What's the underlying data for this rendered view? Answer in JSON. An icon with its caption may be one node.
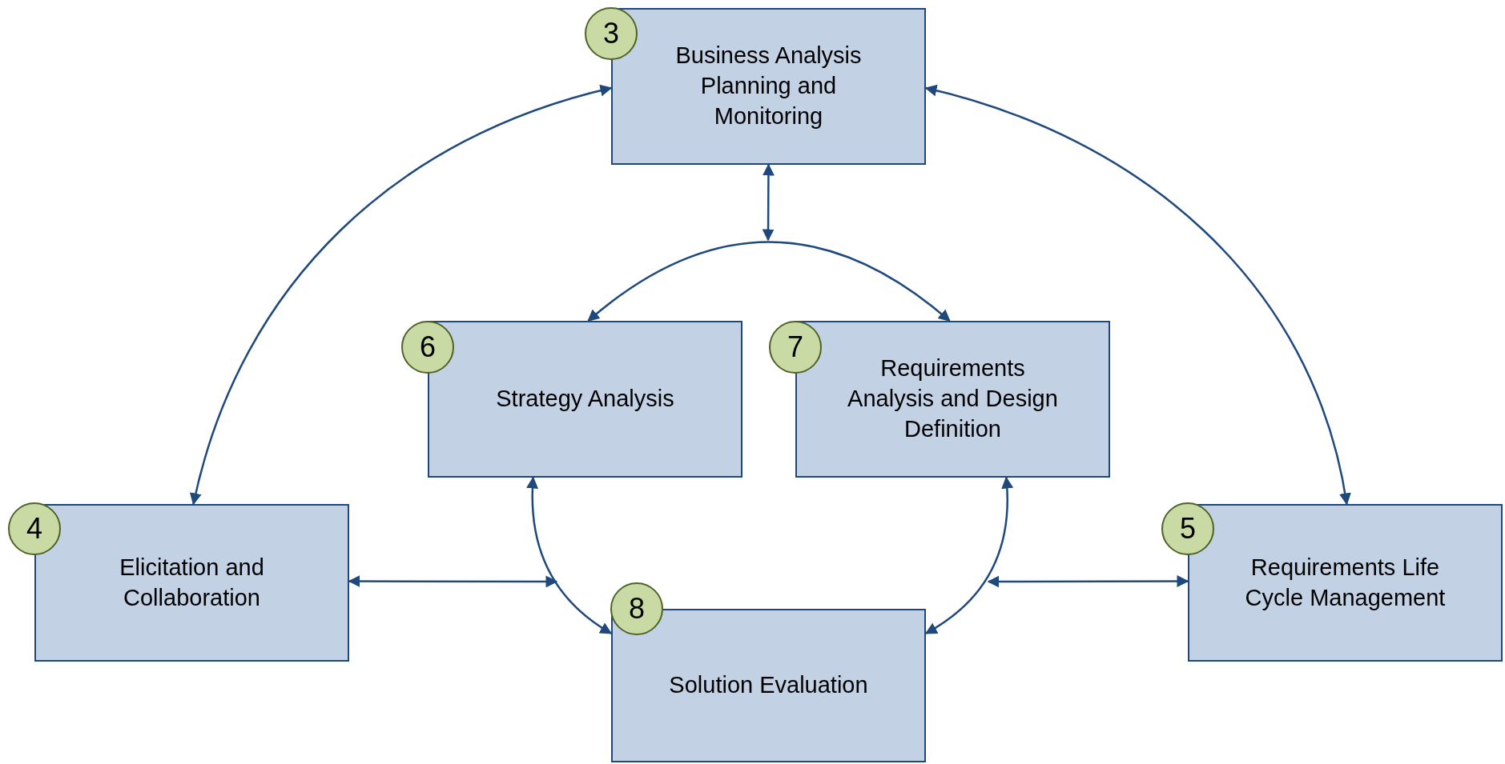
{
  "diagram": {
    "nodes": [
      {
        "text": [
          "Business Analysis Planning and Monitoring"
        ]
      },
      {
        "text": [
          "3"
        ]
      },
      {
        "text": [
          "Strategy Analysis"
        ]
      },
      {
        "text": [
          "6"
        ]
      },
      {
        "text": [
          "Requirements Analysis and Design Definition"
        ]
      },
      {
        "text": [
          "7"
        ]
      },
      {
        "text": [
          "Elicitation and Collaboration"
        ]
      },
      {
        "text": [
          "4"
        ]
      },
      {
        "text": [
          "Requirements Life Cycle Management"
        ]
      },
      {
        "text": [
          "5"
        ]
      },
      {
        "text": [
          "Solution Evaluation"
        ]
      },
      {
        "text": [
          "8"
        ]
      }
    ],
    "edges": [
      {
        "from": 0,
        "to": 6,
        "arrow": "both"
      },
      {
        "from": 0,
        "to": 8,
        "arrow": "both"
      },
      {
        "from": 0,
        "to": null,
        "arrow": "both"
      },
      {
        "from": 2,
        "to": 4,
        "arrow": "both"
      },
      {
        "from": 2,
        "to": 10,
        "arrow": "both"
      },
      {
        "from": 4,
        "to": 10,
        "arrow": "both"
      },
      {
        "from": 6,
        "to": null,
        "arrow": "both"
      },
      {
        "from": 8,
        "to": null,
        "arrow": "both"
      }
    ]
  }
}
